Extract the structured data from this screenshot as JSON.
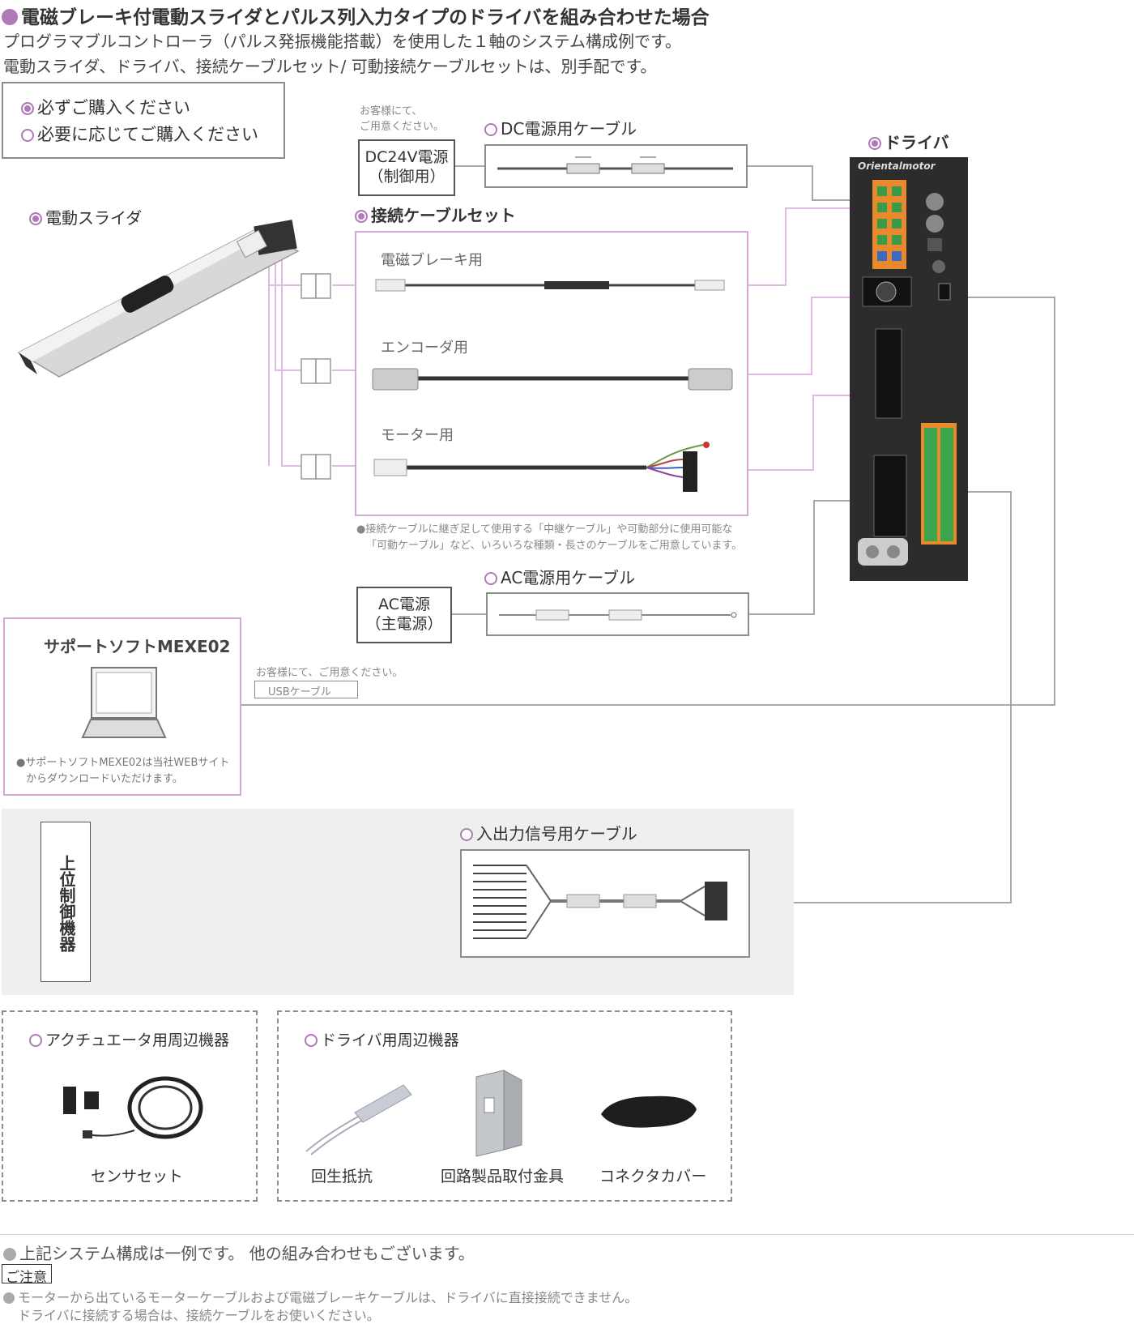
{
  "header": {
    "title": "電磁ブレーキ付電動スライダとパルス列入力タイプのドライバを組み合わせた場合",
    "line1": "プログラマブルコントローラ（パルス発振機能搭載）を使用した１軸のシステム構成例です。",
    "line2": "電動スライダ、ドライバ、接続ケーブルセット/ 可動接続ケーブルセットは、別手配です。"
  },
  "legend": {
    "required": "必ずご購入ください",
    "optional": "必要に応じてご購入ください"
  },
  "components": {
    "slider": "電動スライダ",
    "driver": "ドライバ",
    "driver_brand": "Orientalmotor",
    "dc_note_line1": "お客様にて、",
    "dc_note_line2": "ご用意ください。",
    "dc_power_line1": "DC24V電源",
    "dc_power_line2": "（制御用）",
    "dc_cable": "DC電源用ケーブル",
    "cable_set": "接続ケーブルセット",
    "cable_brake": "電磁ブレーキ用",
    "cable_encoder": "エンコーダ用",
    "cable_motor": "モーター用",
    "cable_set_note_line1": "●接続ケーブルに継ぎ足して使用する「中継ケーブル」や可動部分に使用可能な",
    "cable_set_note_line2": "「可動ケーブル」など、いろいろな種類・長さのケーブルをご用意しています。",
    "ac_power_line1": "AC電源",
    "ac_power_line2": "（主電源）",
    "ac_cable": "AC電源用ケーブル",
    "support_title": "サポートソフトMEXE02",
    "support_note_line1": "●サポートソフトMEXE02は当社WEBサイト",
    "support_note_line2": "からダウンロードいただけます。",
    "usb_note": "お客様にて、ご用意ください。",
    "usb_cable": "USBケーブル",
    "host": "上位制御機器",
    "io_cable": "入出力信号用ケーブル"
  },
  "peripherals": {
    "actuator_title": "アクチュエータ用周辺機器",
    "sensor": "センサセット",
    "driver_title": "ドライバ用周辺機器",
    "resistor": "回生抵抗",
    "bracket": "回路製品取付金具",
    "cover": "コネクタカバー"
  },
  "footer": {
    "note": "上記システム構成は一例です。 他の組み合わせもございます。",
    "caution_label": "ご注意",
    "caution_line1": "モーターから出ているモーターケーブルおよび電磁ブレーキケーブルは、ドライバに直接接続できません。",
    "caution_line2": "ドライバに接続する場合は、接続ケーブルをお使いください。"
  },
  "colors": {
    "accent": "#b07ab8",
    "pink_line": "#e3b8e6",
    "grey_line": "#a8a8a8"
  }
}
